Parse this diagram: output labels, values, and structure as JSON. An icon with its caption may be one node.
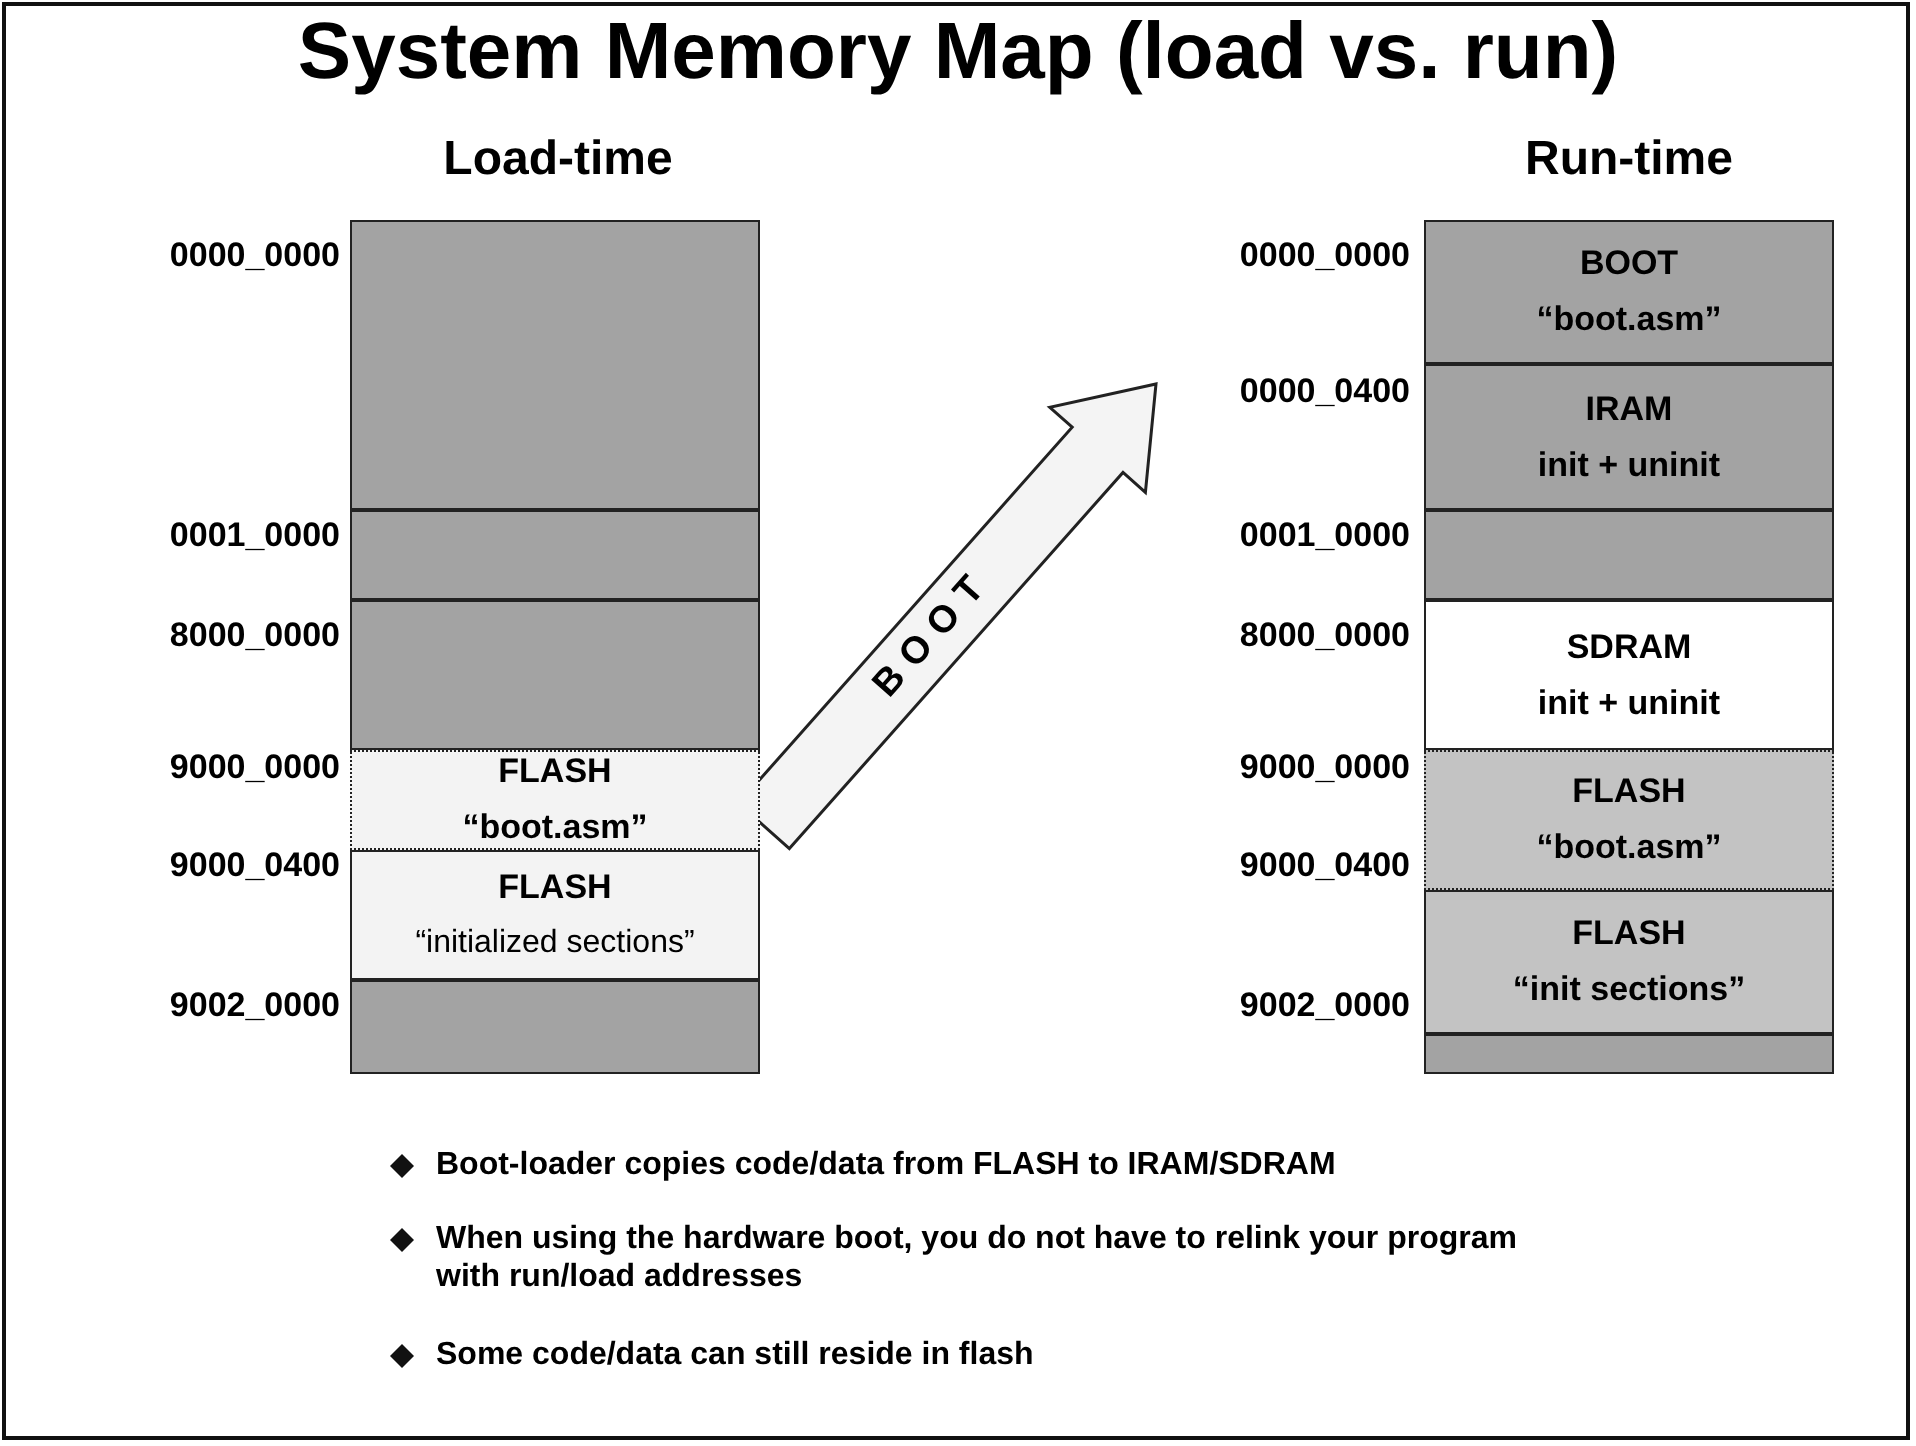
{
  "diagram": {
    "title": "System Memory Map (load vs. run)",
    "nodes": [
      {
        "text": [],
        "shape": "box"
      },
      {
        "text": [],
        "shape": "box"
      },
      {
        "text": [],
        "shape": "box"
      },
      {
        "text": [
          "FLASH",
          "“boot.asm”"
        ]
      },
      {
        "text": [
          "FLASH",
          "“initialized sections”"
        ]
      },
      {
        "text": [],
        "shape": "box"
      },
      {
        "text": [
          "BOOT",
          "“boot.asm”"
        ]
      },
      {
        "text": [
          "IRAM",
          "init + uninit"
        ]
      },
      {
        "text": [],
        "shape": "box"
      },
      {
        "text": [
          "SDRAM",
          "init + uninit"
        ]
      },
      {
        "text": [
          "FLASH",
          "“boot.asm”"
        ]
      },
      {
        "text": [
          "FLASH",
          "“init sections”"
        ]
      },
      {
        "text": [],
        "shape": "box"
      }
    ],
    "edges": [
      {
        "from": 3,
        "to": 6,
        "arrow": "to",
        "label": "BOOT"
      }
    ],
    "labels": [
      "Load-time",
      "Run-time",
      "0000_0000",
      "0001_0000",
      "8000_0000",
      "9000_0000",
      "9000_0400",
      "9002_0000",
      "0000_0000",
      "0000_0400",
      "0001_0000",
      "8000_0000",
      "9000_0000",
      "9000_0400",
      "9002_0000",
      "Boot-loader copies code/data from FLASH to IRAM/SDRAM",
      "When using the hardware boot, you do not have to relink your program with run/load addresses",
      "Some code/data can still reside in flash"
    ]
  }
}
